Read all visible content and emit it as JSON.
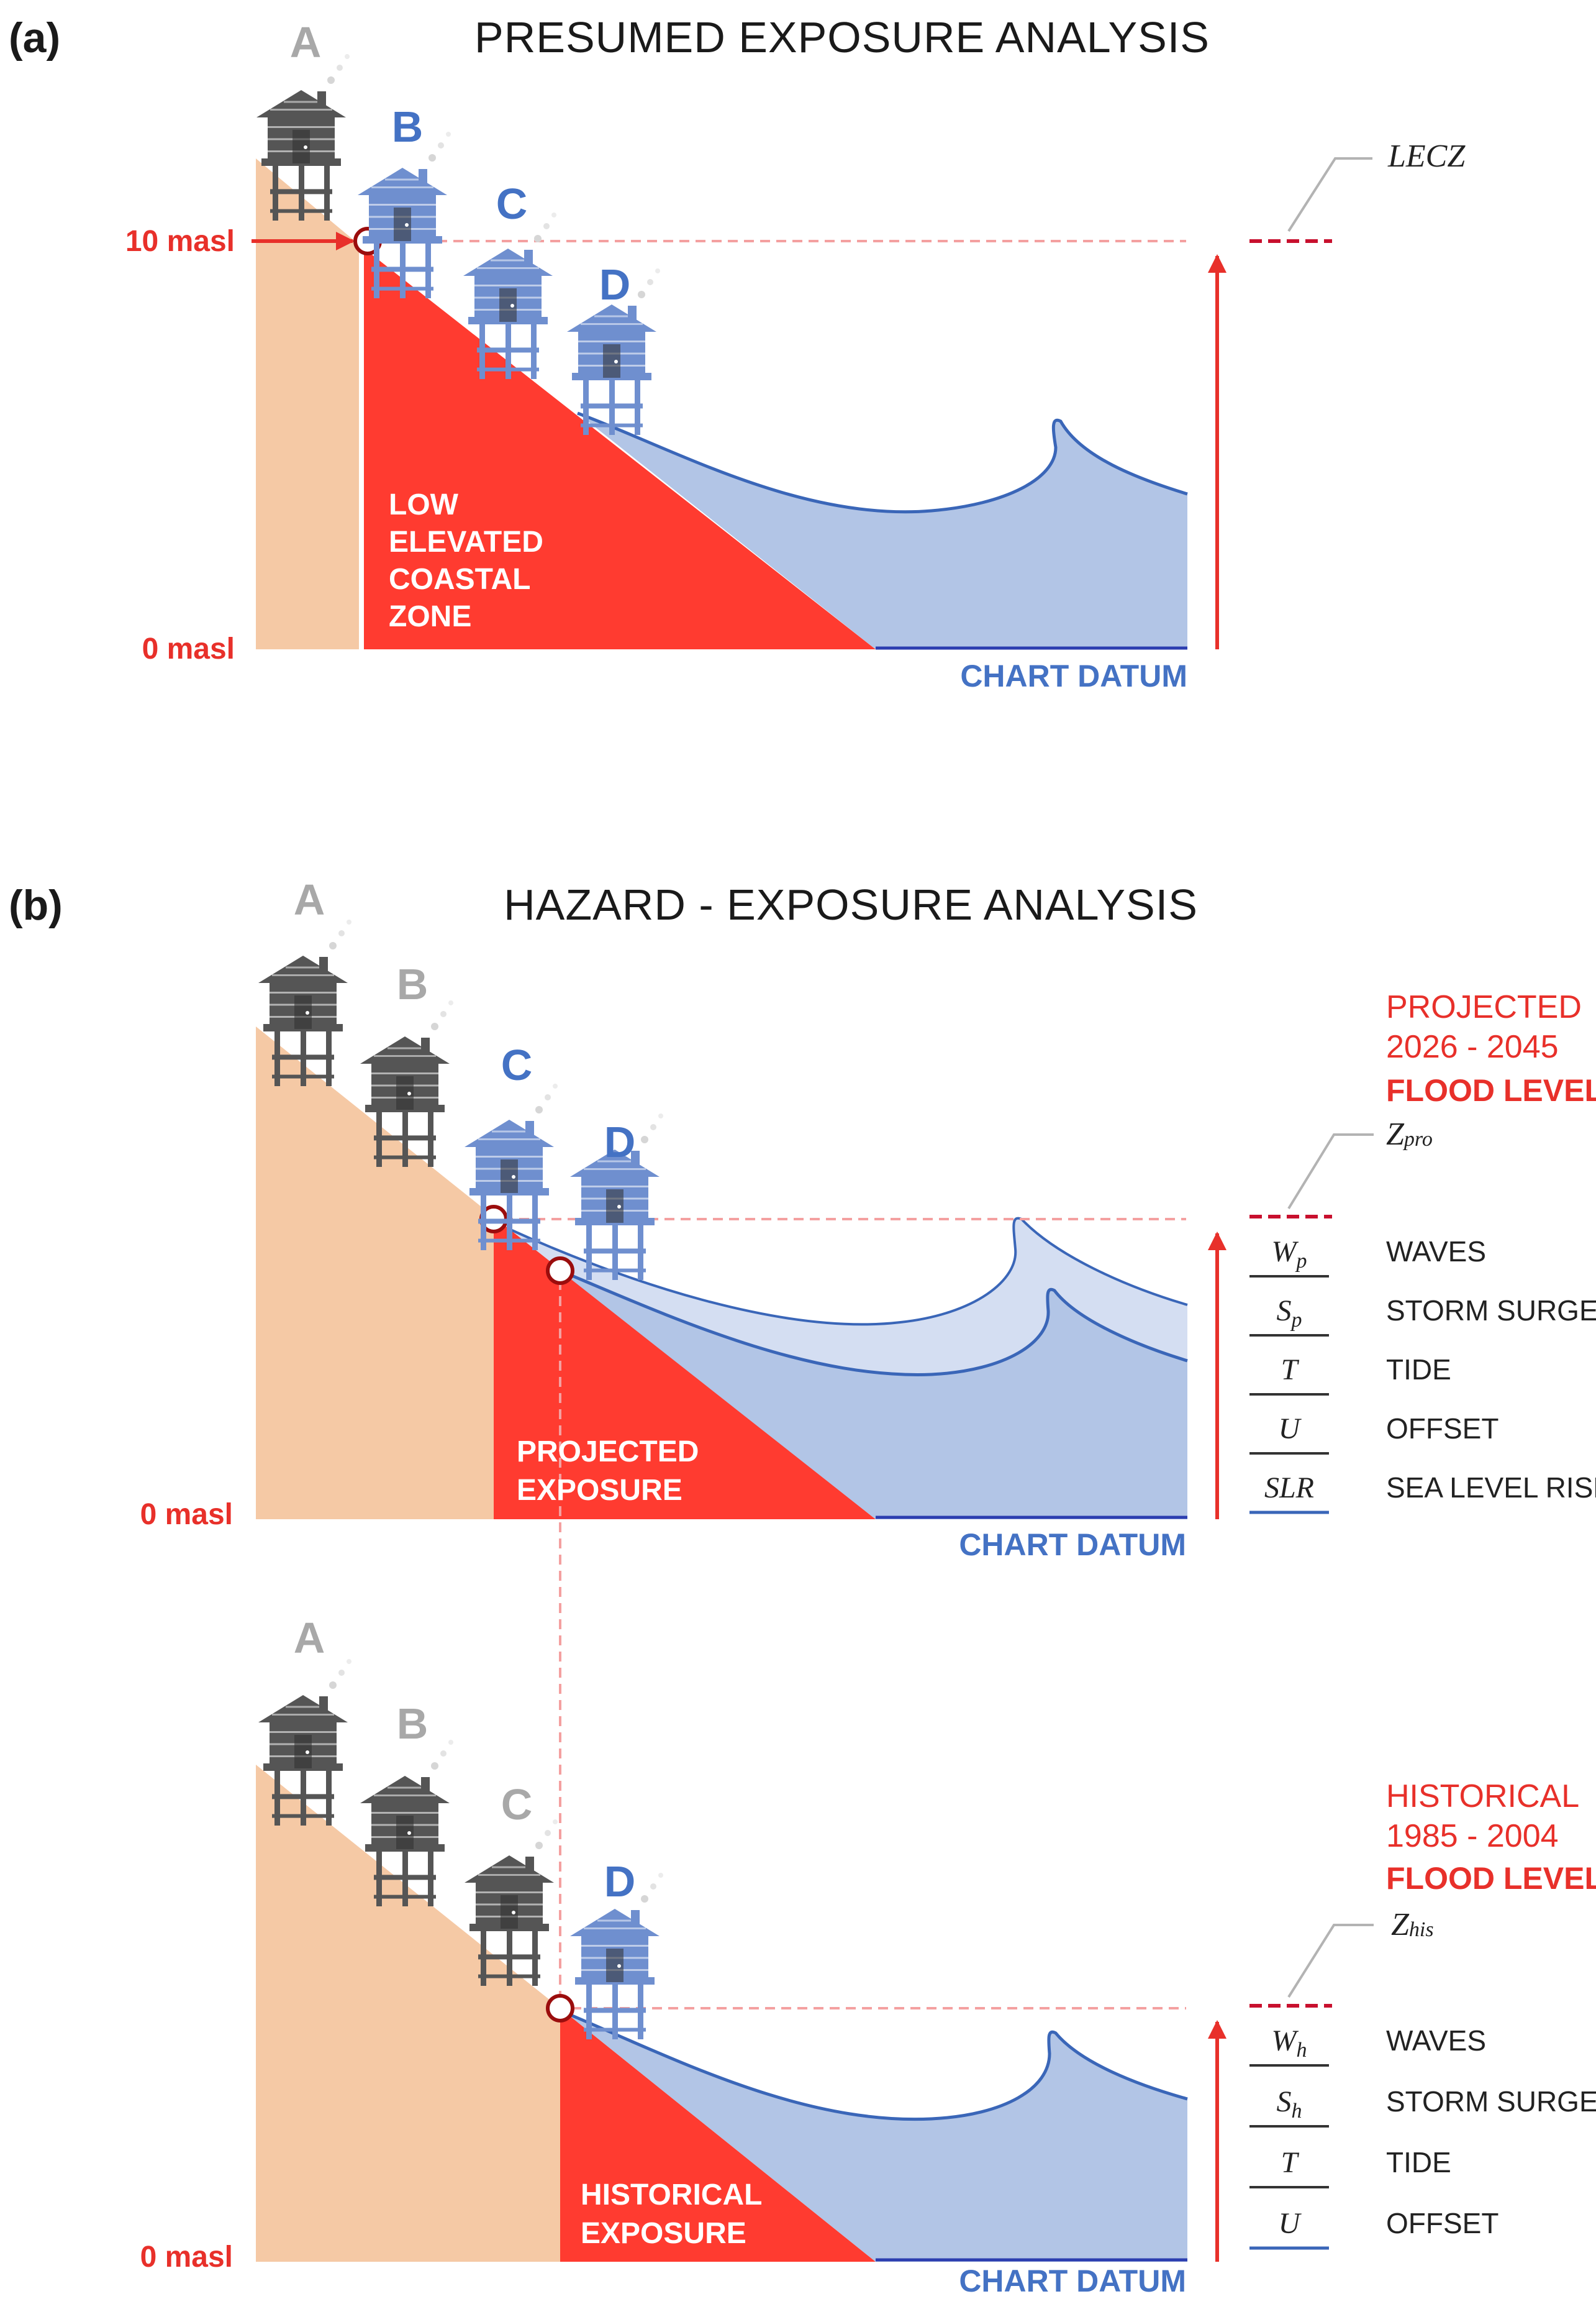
{
  "colors": {
    "land": "#f5c9a5",
    "exposure": "#ff3b30",
    "sea": "#b2c5e6",
    "sea_light": "#d4def2",
    "sea_line": "#3a66b8",
    "accent_red": "#e8302a",
    "dashed": "#f4a0a0",
    "house_active": "#6f8fcf",
    "house_inactive": "#555555",
    "label_active": "#4472c4",
    "label_inactive": "#a8a8a8"
  },
  "panel_a": {
    "tag": "(a)",
    "title": "PRESUMED EXPOSURE ANALYSIS",
    "houses": [
      {
        "label": "A",
        "active": false
      },
      {
        "label": "B",
        "active": true
      },
      {
        "label": "C",
        "active": true
      },
      {
        "label": "D",
        "active": true
      }
    ],
    "elevation_top": "10 masl",
    "elevation_bottom": "0 masl",
    "zone_lines": [
      "LOW",
      "ELEVATED",
      "COASTAL",
      "ZONE"
    ],
    "datum": "CHART DATUM",
    "level_label": "LECZ"
  },
  "panel_b_projected": {
    "tag": "(b)",
    "title": "HAZARD - EXPOSURE ANALYSIS",
    "houses": [
      {
        "label": "A",
        "active": false
      },
      {
        "label": "B",
        "active": false
      },
      {
        "label": "C",
        "active": true
      },
      {
        "label": "D",
        "active": true
      }
    ],
    "elevation_bottom": "0 masl",
    "zone_lines": [
      "PROJECTED",
      "EXPOSURE"
    ],
    "datum": "CHART DATUM",
    "legend_title": "PROJECTED",
    "legend_years": "2026 - 2045",
    "legend_level": "FLOOD LEVEL",
    "z_main": "Z",
    "z_sub": "pro",
    "components": [
      {
        "sym": "W",
        "sub": "p",
        "label": "WAVES"
      },
      {
        "sym": "S",
        "sub": "p",
        "label": "STORM SURGE"
      },
      {
        "sym": "T",
        "sub": "",
        "label": "TIDE"
      },
      {
        "sym": "U",
        "sub": "",
        "label": "OFFSET"
      },
      {
        "sym": "SLR",
        "sub": "",
        "label": "SEA LEVEL RISE"
      }
    ]
  },
  "panel_b_historical": {
    "houses": [
      {
        "label": "A",
        "active": false
      },
      {
        "label": "B",
        "active": false
      },
      {
        "label": "C",
        "active": false
      },
      {
        "label": "D",
        "active": true
      }
    ],
    "elevation_bottom": "0 masl",
    "zone_lines": [
      "HISTORICAL",
      "EXPOSURE"
    ],
    "datum": "CHART DATUM",
    "legend_title": "HISTORICAL",
    "legend_years": "1985 - 2004",
    "legend_level": "FLOOD LEVEL",
    "z_main": "Z",
    "z_sub": "his",
    "components": [
      {
        "sym": "W",
        "sub": "h",
        "label": "WAVES"
      },
      {
        "sym": "S",
        "sub": "h",
        "label": "STORM SURGE"
      },
      {
        "sym": "T",
        "sub": "",
        "label": "TIDE"
      },
      {
        "sym": "U",
        "sub": "",
        "label": "OFFSET"
      }
    ]
  }
}
